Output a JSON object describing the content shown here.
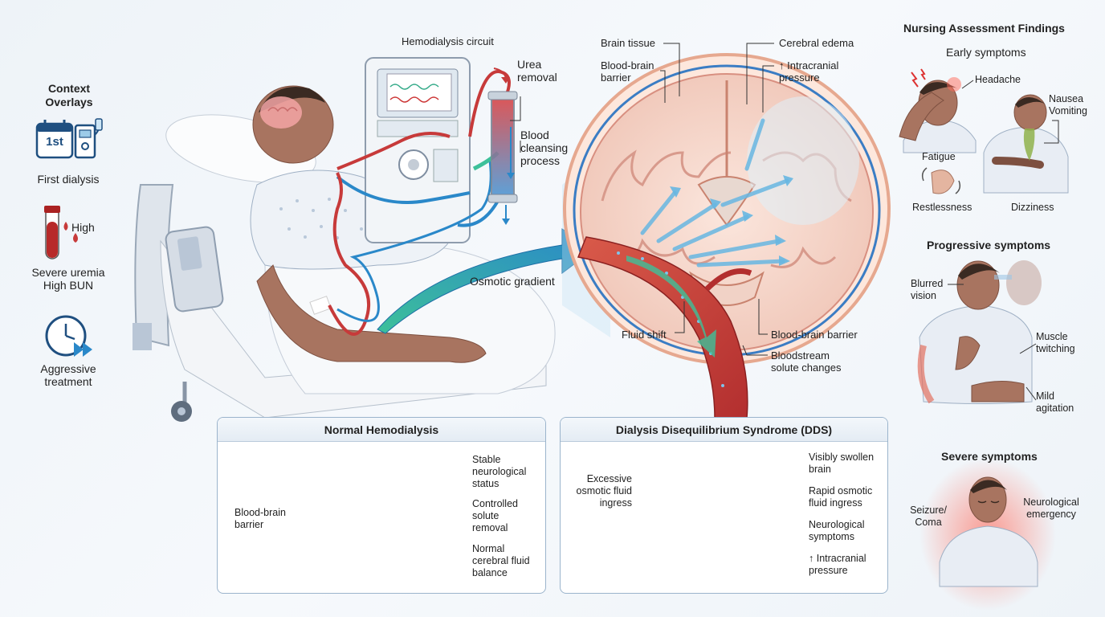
{
  "context": {
    "title": "Context Overlays",
    "items": [
      {
        "label": "First dialysis",
        "calendar_text": "1st"
      },
      {
        "label": "Severe uremia\nHigh BUN",
        "drop_text": "High"
      },
      {
        "label": "Aggressive\ntreatment"
      }
    ]
  },
  "circuit": {
    "title": "Hemodialysis circuit",
    "urea": "Urea\nremoval",
    "blood": "Blood\ncleansing\nprocess",
    "osmotic": "Osmotic gradient"
  },
  "brain": {
    "tissue": "Brain tissue",
    "bbb_top": "Blood-brain\nbarrier",
    "edema": "Cerebral edema",
    "icp": "↑ Intracranial\npressure",
    "fluid_shift": "Fluid shift",
    "bbb_bottom": "Blood-brain barrier",
    "bloodstream": "Bloodstream\nsolute changes"
  },
  "normal": {
    "title": "Normal Hemodialysis",
    "bbb": "Blood-brain\nbarrier",
    "stable": "Stable\nneurological\nstatus",
    "controlled": "Controlled\nsolute\nremoval",
    "normal_fluid": "Normal\ncerebral fluid\nbalance"
  },
  "dds": {
    "title": "Dialysis Disequilibrium Syndrome (DDS)",
    "excessive": "Excessive\nosmotic fluid\ningress",
    "swollen": "Visibly swollen\nbrain",
    "rapid": "Rapid osmotic\nfluid ingress",
    "neuro": "Neurological\nsymptoms",
    "icp": "↑ Intracranial\npressure"
  },
  "nursing": {
    "title": "Nursing Assessment Findings",
    "early": {
      "title": "Early symptoms",
      "headache": "Headache",
      "nausea": "Nausea\nVomiting",
      "fatigue": "Fatigue",
      "restlessness": "Restlessness",
      "dizziness": "Dizziness"
    },
    "progressive": {
      "title": "Progressive symptoms",
      "blurred": "Blurred\nvision",
      "twitching": "Muscle\ntwitching",
      "agitation": "Mild\nagitation"
    },
    "severe": {
      "title": "Severe symptoms",
      "seizure": "Seizure/\nComa",
      "emergency": "Neurological\nemergency"
    }
  },
  "colors": {
    "blood_red": "#c73a3a",
    "fluid_blue": "#4aa3d8",
    "osmotic_green": "#3dc09a",
    "brain_pink": "#f0c9c0",
    "accent_navy": "#1f4f80"
  }
}
